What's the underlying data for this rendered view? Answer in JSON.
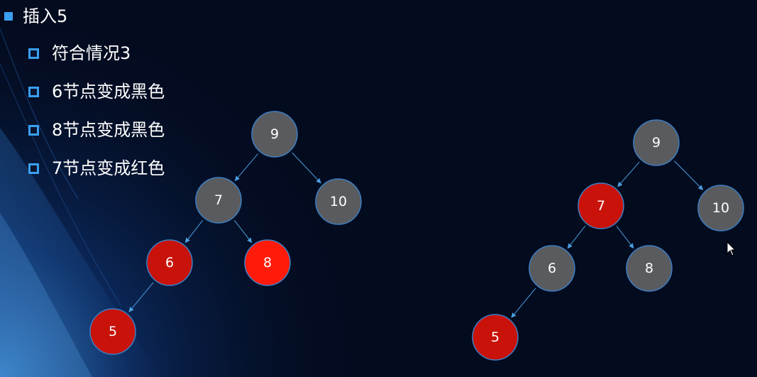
{
  "bullets": {
    "main": "插入5",
    "subs": [
      "符合情况3",
      "6节点变成黑色",
      "8节点变成黑色",
      "7节点变成红色"
    ]
  },
  "colors": {
    "black_node": "#5a5b5e",
    "red_node": "#c8120a",
    "bright_red_node": "#ff1a0a",
    "node_border": "#3d7fc4",
    "edge": "#4a9fe0",
    "bullet": "#3aa0f0"
  },
  "trees": [
    {
      "name": "before",
      "nodes": [
        {
          "id": "n9",
          "label": "9",
          "color": "black"
        },
        {
          "id": "n7",
          "label": "7",
          "color": "black"
        },
        {
          "id": "n10",
          "label": "10",
          "color": "black"
        },
        {
          "id": "n6",
          "label": "6",
          "color": "red"
        },
        {
          "id": "n8",
          "label": "8",
          "color": "bright_red"
        },
        {
          "id": "n5",
          "label": "5",
          "color": "red"
        }
      ],
      "edges": [
        [
          "n9",
          "n7"
        ],
        [
          "n9",
          "n10"
        ],
        [
          "n7",
          "n6"
        ],
        [
          "n7",
          "n8"
        ],
        [
          "n6",
          "n5"
        ]
      ]
    },
    {
      "name": "after",
      "nodes": [
        {
          "id": "n9",
          "label": "9",
          "color": "black"
        },
        {
          "id": "n7",
          "label": "7",
          "color": "red"
        },
        {
          "id": "n10",
          "label": "10",
          "color": "black"
        },
        {
          "id": "n6",
          "label": "6",
          "color": "black"
        },
        {
          "id": "n8",
          "label": "8",
          "color": "black"
        },
        {
          "id": "n5",
          "label": "5",
          "color": "red"
        }
      ],
      "edges": [
        [
          "n9",
          "n7"
        ],
        [
          "n9",
          "n10"
        ],
        [
          "n7",
          "n6"
        ],
        [
          "n7",
          "n8"
        ],
        [
          "n6",
          "n5"
        ]
      ]
    }
  ]
}
